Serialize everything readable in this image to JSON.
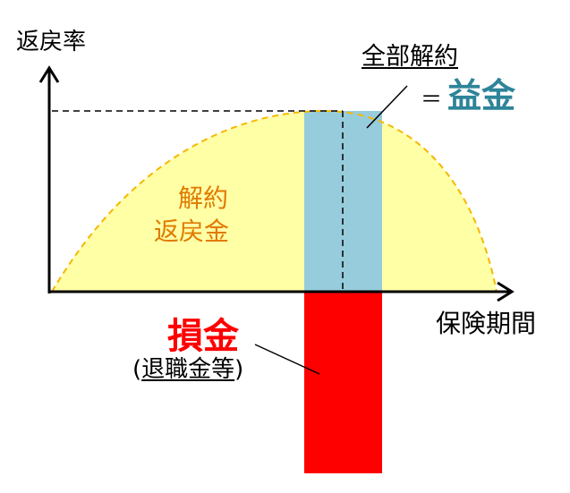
{
  "labels": {
    "y_axis": "返戻率",
    "x_axis": "保険期間",
    "full_cancel": "全部解約",
    "equals": "＝",
    "profit": "益金",
    "refund_line1": "解約",
    "refund_line2": "返戻金",
    "loss": "損金",
    "loss_note_open": "(",
    "loss_note_text": "退職金等",
    "loss_note_close": ")"
  },
  "colors": {
    "curve_fill": "#FFFFA6",
    "curve_line": "#F5B800",
    "refund_text": "#E07B00",
    "profit_bar": "#96CCDC",
    "profit_text": "#2E8499",
    "loss_bar": "#FF0000",
    "loss_text": "#FF0000",
    "axis": "#000000"
  }
}
